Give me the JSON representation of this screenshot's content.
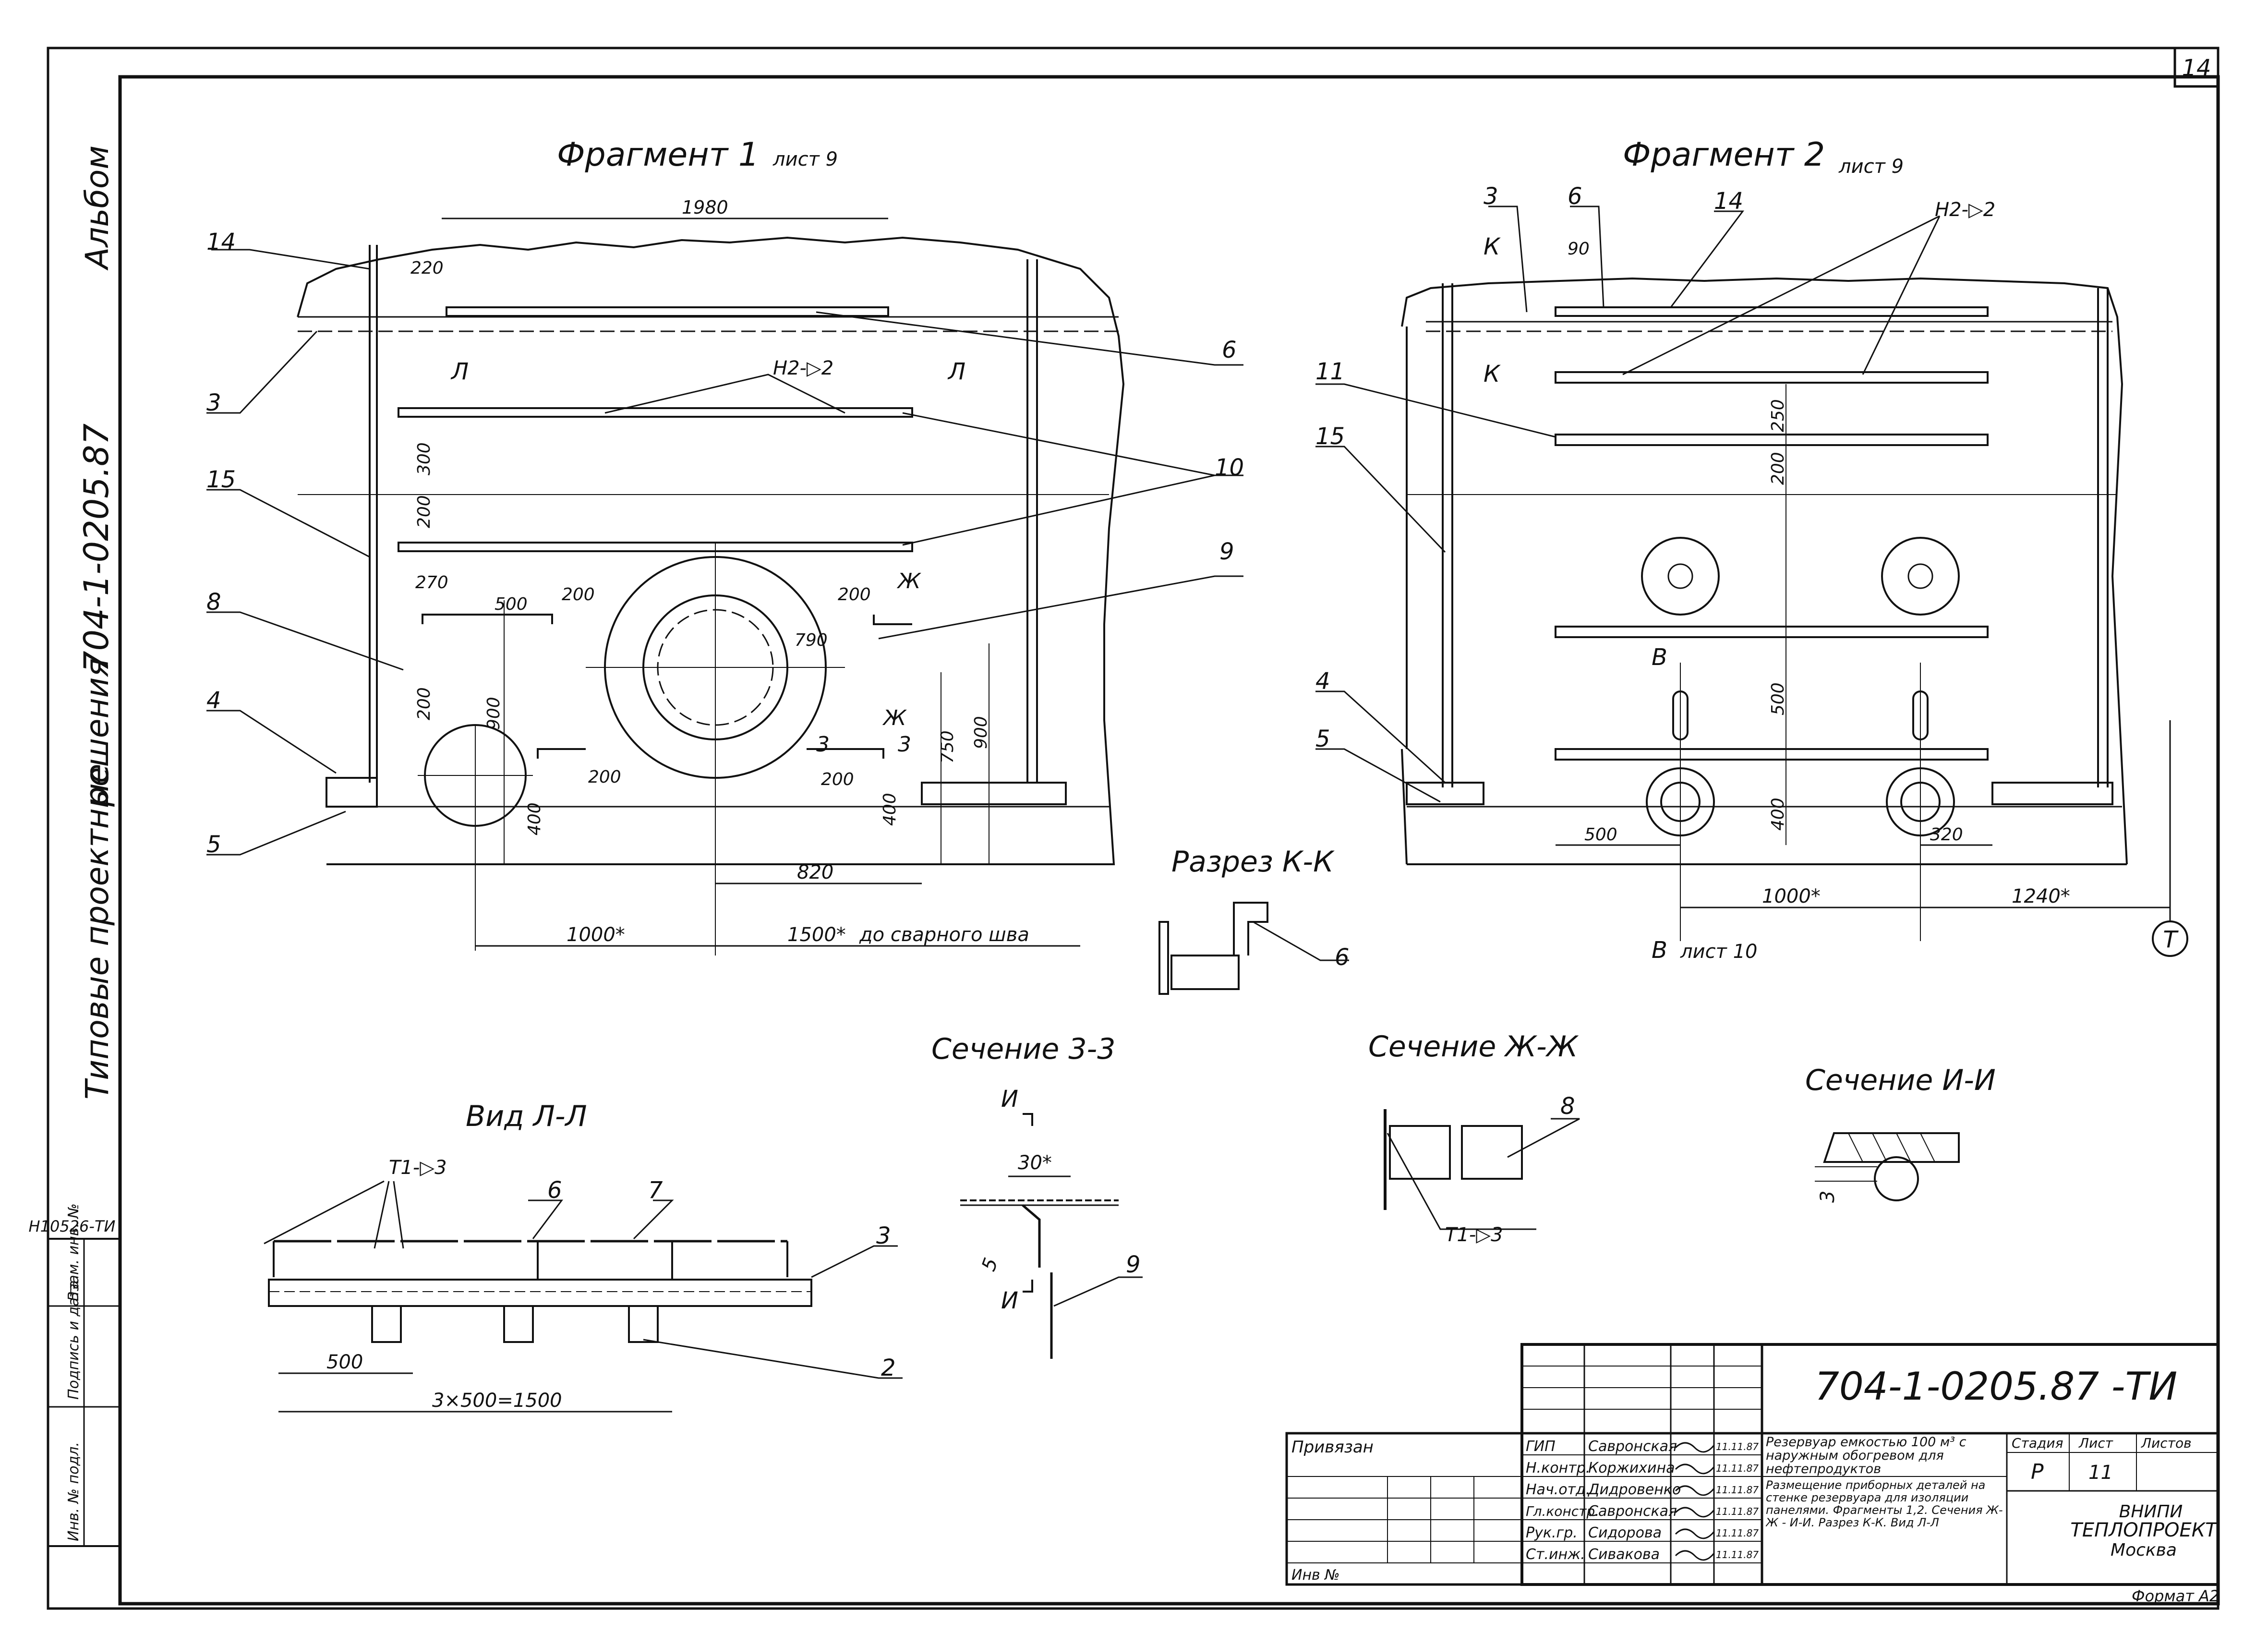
{
  "sheet": {
    "page_number": "14",
    "format": "Формат А2"
  },
  "side": {
    "album": "Альбом",
    "code": "704-1-0205.87",
    "series_line1": "Типовые проектные",
    "series_line2": "решения",
    "archive": "Н10526-ТИ",
    "col1": "Инв. № подл.",
    "col2": "Подпись и дата",
    "col3": "Взам. инв. №"
  },
  "views": {
    "frag1": {
      "title": "Фрагмент 1",
      "ref": "лист 9"
    },
    "frag2": {
      "title": "Фрагмент 2",
      "ref": "лист 9"
    },
    "razrez_kk": "Разрез К-К",
    "sech_33": "Сечение 3-3",
    "sech_zhzh": "Сечение Ж-Ж",
    "sech_ii": "Сечение И-И",
    "vid_ll": "Вид Л-Л"
  },
  "frag1": {
    "callouts": [
      "14",
      "3",
      "15",
      "8",
      "4",
      "5",
      "6",
      "10",
      "9"
    ],
    "weld": "Н2-▷2",
    "section_marks": [
      "Л",
      "Л",
      "Ж",
      "Ж",
      "3",
      "3"
    ],
    "dims": [
      "1980",
      "220",
      "300",
      "200",
      "270",
      "500",
      "200",
      "200",
      "790",
      "200",
      "900",
      "400",
      "200",
      "200",
      "400",
      "750",
      "900",
      "820",
      "1000*",
      "1500*",
      "до сварного шва"
    ]
  },
  "frag2": {
    "callouts": [
      "3",
      "6",
      "14",
      "11",
      "15",
      "4",
      "5"
    ],
    "weld": "Н2-▷2",
    "section_marks": [
      "К",
      "К",
      "В",
      "В"
    ],
    "dims": [
      "90",
      "250",
      "200",
      "500",
      "400",
      "500",
      "320",
      "1000*",
      "1240*"
    ],
    "sheet_ref": "лист 10",
    "axis": "Т"
  },
  "kk": {
    "callout": "6"
  },
  "s33": {
    "marks": [
      "И",
      "И"
    ],
    "dim": "30*",
    "weld": "5",
    "callout": "9"
  },
  "szh": {
    "callout": "8",
    "weld": "Т1-▷3"
  },
  "sii": {
    "dim": "3"
  },
  "vll": {
    "weld": "Т1-▷3",
    "callouts": [
      "6",
      "7",
      "3",
      "2"
    ],
    "dims": [
      "500",
      "3×500=1500"
    ]
  },
  "title_block": {
    "doc_code": "704-1-0205.87 -ТИ",
    "privyazan": "Привязан",
    "inv": "Инв №",
    "roles": [
      "ГИП",
      "Н.контр.",
      "Нач.отд.",
      "Гл.констр.",
      "Рук.гр.",
      "Ст.инж."
    ],
    "names": [
      "Савронская",
      "Коржихина",
      "Дидровенко",
      "Савронская",
      "Сидорова",
      "Сивакова"
    ],
    "dates": [
      "11.11.87",
      "11.11.87",
      "11.11.87",
      "11.11.87",
      "11.11.87",
      "11.11.87"
    ],
    "object_title": "Резервуар емкостью 100 м³ с наружным обогревом для нефтепродуктов",
    "sheet_title": "Размещение приборных деталей на стенке резервуара для изоляции панелями. Фрагменты 1,2. Сечения Ж-Ж - И-И. Разрез К-К. Вид Л-Л",
    "stage_label": "Стадия",
    "sheet_label": "Лист",
    "sheets_label": "Листов",
    "stage": "Р",
    "sheet_no": "11",
    "org1": "ВНИПИ",
    "org2": "ТЕПЛОПРОЕКТ",
    "org3": "Москва"
  }
}
